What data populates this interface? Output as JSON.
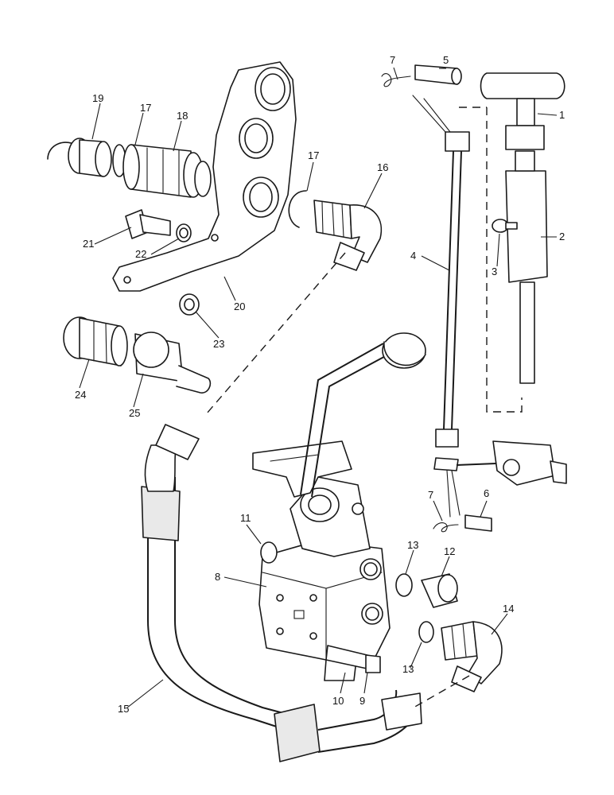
{
  "callouts": [
    "1",
    "2",
    "3",
    "4",
    "5",
    "6",
    "7",
    "7",
    "8",
    "9",
    "10",
    "11",
    "12",
    "13",
    "13",
    "14",
    "15",
    "16",
    "17",
    "17",
    "18",
    "19",
    "20",
    "21",
    "22",
    "23",
    "24",
    "25"
  ]
}
